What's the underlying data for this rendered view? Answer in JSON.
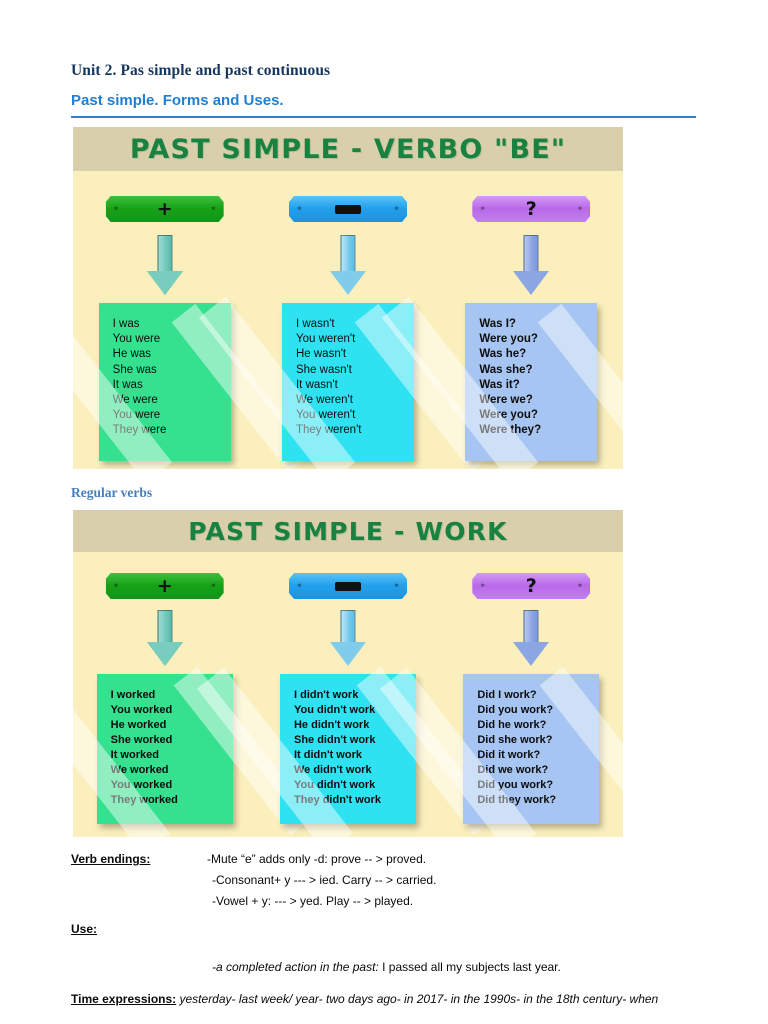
{
  "document": {
    "unit_title": "Unit 2. Pas simple and past continuous",
    "section_title": "Past simple. Forms and Uses.",
    "sub_title": "Regular verbs"
  },
  "poster_be": {
    "banner_title": "PAST SIMPLE - VERBO \"BE\"",
    "columns": [
      {
        "plaque_symbol": "+",
        "plaque_color": "#16a216",
        "arrow_color": "#79cdbf",
        "card_color": "#35e08f",
        "lines": [
          "I was",
          "You were",
          "He was",
          "She was",
          "It was",
          "We were",
          "You were",
          "They were"
        ]
      },
      {
        "plaque_symbol": "—",
        "plaque_color": "#22a0ec",
        "arrow_color": "#7fcdea",
        "card_color": "#2ee2f2",
        "lines": [
          "I wasn't",
          "You weren't",
          "He wasn't",
          "She wasn't",
          "It wasn't",
          "We weren't",
          "You weren't",
          "They weren't"
        ]
      },
      {
        "plaque_symbol": "?",
        "plaque_color": "#b969e8",
        "arrow_color": "#8ba6e3",
        "card_color": "#a7c5f2",
        "lines": [
          "Was I?",
          "Were you?",
          "Was he?",
          "Was she?",
          "Was it?",
          "Were we?",
          "Were you?",
          "Were they?"
        ]
      }
    ]
  },
  "poster_work": {
    "banner_title": "PAST SIMPLE - WORK",
    "columns": [
      {
        "plaque_symbol": "+",
        "plaque_color": "#16a216",
        "arrow_color": "#79cdbf",
        "card_color": "#35e08f",
        "lines": [
          "I worked",
          "You worked",
          "He worked",
          "She worked",
          "It worked",
          "We worked",
          "You worked",
          "They worked"
        ]
      },
      {
        "plaque_symbol": "—",
        "plaque_color": "#22a0ec",
        "arrow_color": "#7fcdea",
        "card_color": "#2ee2f2",
        "lines": [
          "I didn't work",
          "You didn't work",
          "He didn't work",
          "She didn't work",
          "It didn't work",
          "We didn't work",
          "You didn't work",
          "They didn't work"
        ]
      },
      {
        "plaque_symbol": "?",
        "plaque_color": "#b969e8",
        "arrow_color": "#8ba6e3",
        "card_color": "#a7c5f2",
        "lines": [
          "Did I work?",
          "Did you work?",
          "Did he work?",
          "Did she work?",
          "Did it work?",
          "Did we work?",
          "Did you work?",
          "Did they work?"
        ]
      }
    ]
  },
  "notes": {
    "verb_endings_label": "Verb endings:",
    "verb_endings_lines": [
      "-Mute “e” adds only -d: prove -- > proved.",
      "-Consonant+ y --- > ied. Carry -- > carried.",
      "-Vowel + y:  --- > yed. Play -- > played."
    ],
    "use_label": "Use:",
    "use_italic": "-a completed action in the past:",
    "use_rest": " I passed all my subjects last year.",
    "time_label": "Time expressions:",
    "time_text": " yesterday- last week/ year- two days ago- in 2017- in the 1990s- in the 18th century- when"
  },
  "colors": {
    "heading_navy": "#17365d",
    "heading_blue": "#1f7fd4",
    "rule_blue": "#2e7fd0",
    "subtitle_blue": "#4a7ebb",
    "poster_bg": "#fbf0bd",
    "banner_bg": "#d9d0ab",
    "banner_text": "#1a8240"
  }
}
